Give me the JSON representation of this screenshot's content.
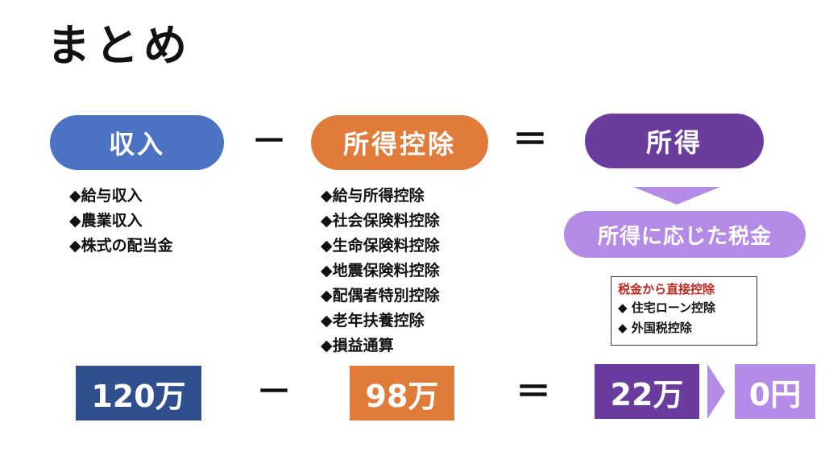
{
  "title": "まとめ",
  "income": {
    "label": "収入",
    "items": [
      "◆給与収入",
      "◆農業収入",
      "◆株式の配当金"
    ],
    "amount": "120万"
  },
  "deduction": {
    "label": "所得控除",
    "items": [
      "◆給与所得控除",
      "◆社会保険料控除",
      "◆生命保険料控除",
      "◆地震保険料控除",
      "◆配偶者特別控除",
      "◆老年扶養控除",
      "◆損益通算"
    ],
    "amount": "98万"
  },
  "earned": {
    "label": "所得",
    "amount": "22万"
  },
  "tax": {
    "label": "所得に応じた税金",
    "box_title": "税金から直接控除",
    "box_items": [
      "◆ 住宅ローン控除",
      "◆ 外国税控除"
    ],
    "result": "0円"
  },
  "operators": {
    "minus": "－",
    "equals": "＝"
  },
  "colors": {
    "income": "#4c72c4",
    "income_dark": "#2f4f8f",
    "deduction": "#e07b3a",
    "earned": "#6a3c9e",
    "tax": "#b48be6",
    "box_title": "#c0271d"
  }
}
